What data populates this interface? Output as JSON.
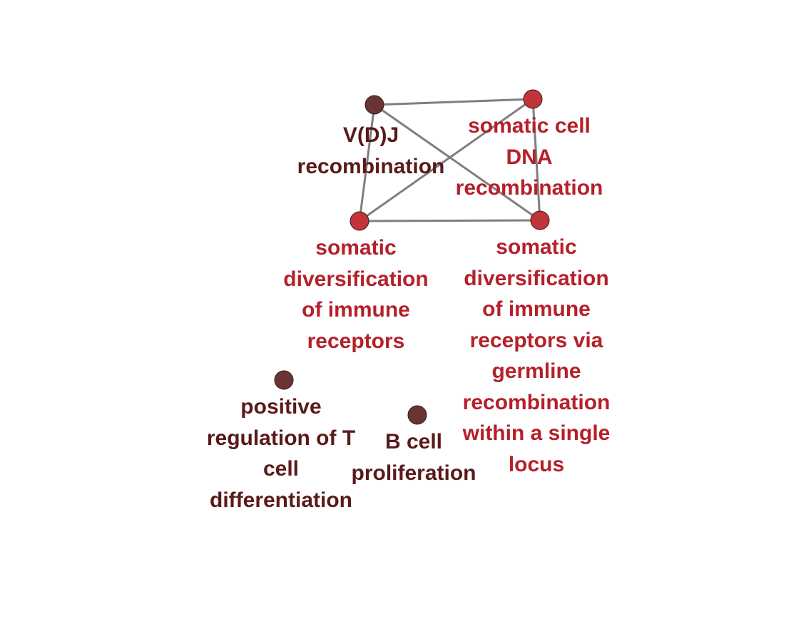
{
  "diagram": {
    "type": "network",
    "colors": {
      "dark_node": "#6b3434",
      "dark_label": "#5a1a1a",
      "red_node": "#c0343a",
      "red_label": "#b5202a",
      "edge": "#7f7f7f",
      "node_stroke": "#3a1a1a"
    },
    "nodes": [
      {
        "id": "vdj",
        "lines": [
          "V(D)J",
          "recombination"
        ],
        "group": "dark"
      },
      {
        "id": "scdna",
        "lines": [
          "somatic cell",
          "DNA",
          "recombination"
        ],
        "group": "red"
      },
      {
        "id": "sdir",
        "lines": [
          "somatic",
          "diversification",
          "of immune",
          "receptors"
        ],
        "group": "red"
      },
      {
        "id": "sdirg",
        "lines": [
          "somatic",
          "diversification",
          "of immune",
          "receptors via",
          "germline",
          "recombination",
          "within a single",
          "locus"
        ],
        "group": "red"
      },
      {
        "id": "prtcd",
        "lines": [
          "positive",
          "regulation of T",
          "cell",
          "differentiation"
        ],
        "group": "dark"
      },
      {
        "id": "bcp",
        "lines": [
          "B cell",
          "proliferation"
        ],
        "group": "dark"
      }
    ],
    "edges": [
      [
        "vdj",
        "scdna"
      ],
      [
        "vdj",
        "sdir"
      ],
      [
        "vdj",
        "sdirg"
      ],
      [
        "scdna",
        "sdir"
      ],
      [
        "scdna",
        "sdirg"
      ],
      [
        "sdir",
        "sdirg"
      ]
    ]
  }
}
